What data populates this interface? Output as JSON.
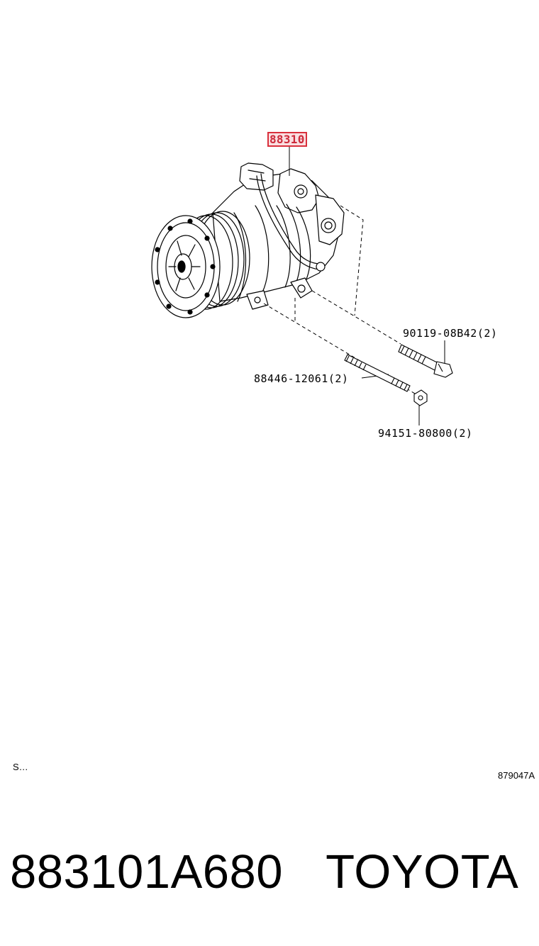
{
  "diagram": {
    "callouts": {
      "main_part": "88310",
      "bolt": "90119-08B42(2)",
      "stud": "88446-12061(2)",
      "nut": "94151-80800(2)"
    },
    "footer_left_note": "S…",
    "illustration_code": "879047A"
  },
  "product": {
    "part_number": "883101A680",
    "brand": "TOYOTA"
  },
  "colors": {
    "highlight_border": "#d9303c",
    "highlight_text": "#cc2a3a",
    "line": "#000000"
  },
  "icons": {
    "compressor": "ac-compressor-illustration",
    "bolt": "bolt-illustration",
    "stud": "stud-illustration",
    "nut": "nut-illustration"
  }
}
